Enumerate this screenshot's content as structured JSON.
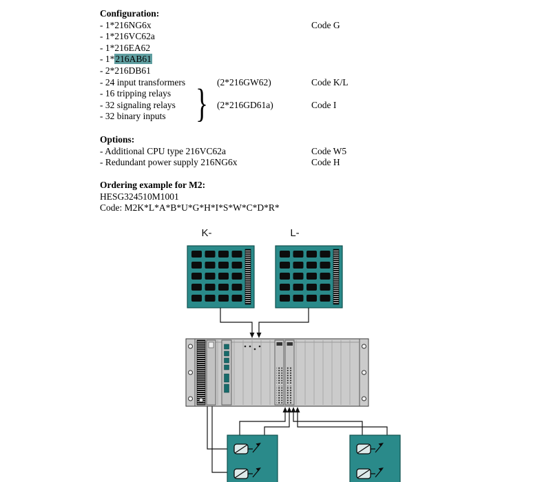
{
  "colors": {
    "module_teal": "#2a8a8a",
    "highlight_teal": "#5f9ea0",
    "rack_gray": "#cbcbcb"
  },
  "configuration": {
    "heading": "Configuration:",
    "group_brace": "}",
    "items": [
      {
        "label": "- 1*216NG6x",
        "code": "Code G"
      },
      {
        "label": "- 1*216VC62a"
      },
      {
        "label": "- 1*216EA62"
      },
      {
        "prefix": "- 1*",
        "highlight": "216AB61"
      },
      {
        "label": "- 2*216DB61"
      },
      {
        "label": "- 24 input transformers",
        "middle": "(2*216GW62)",
        "code": "Code K/L"
      },
      {
        "label": "- 16 tripping relays"
      },
      {
        "label": "- 32 signaling relays",
        "middle": "(2*216GD61a)",
        "code": "Code I"
      },
      {
        "label": "- 32 binary inputs"
      }
    ]
  },
  "options": {
    "heading": "Options:",
    "items": [
      {
        "label": "- Additional CPU type 216VC62a",
        "code": "Code W5"
      },
      {
        "label": "- Redundant power supply 216NG6x",
        "code": "Code H"
      }
    ]
  },
  "ordering": {
    "heading": "Ordering example for M2:",
    "lines": [
      "HESG324510M1001",
      "Code: M2K*L*A*B*U*G*H*I*S*W*C*D*R*"
    ]
  },
  "diagram": {
    "module_k_label": "K-",
    "module_l_label": "L-"
  }
}
